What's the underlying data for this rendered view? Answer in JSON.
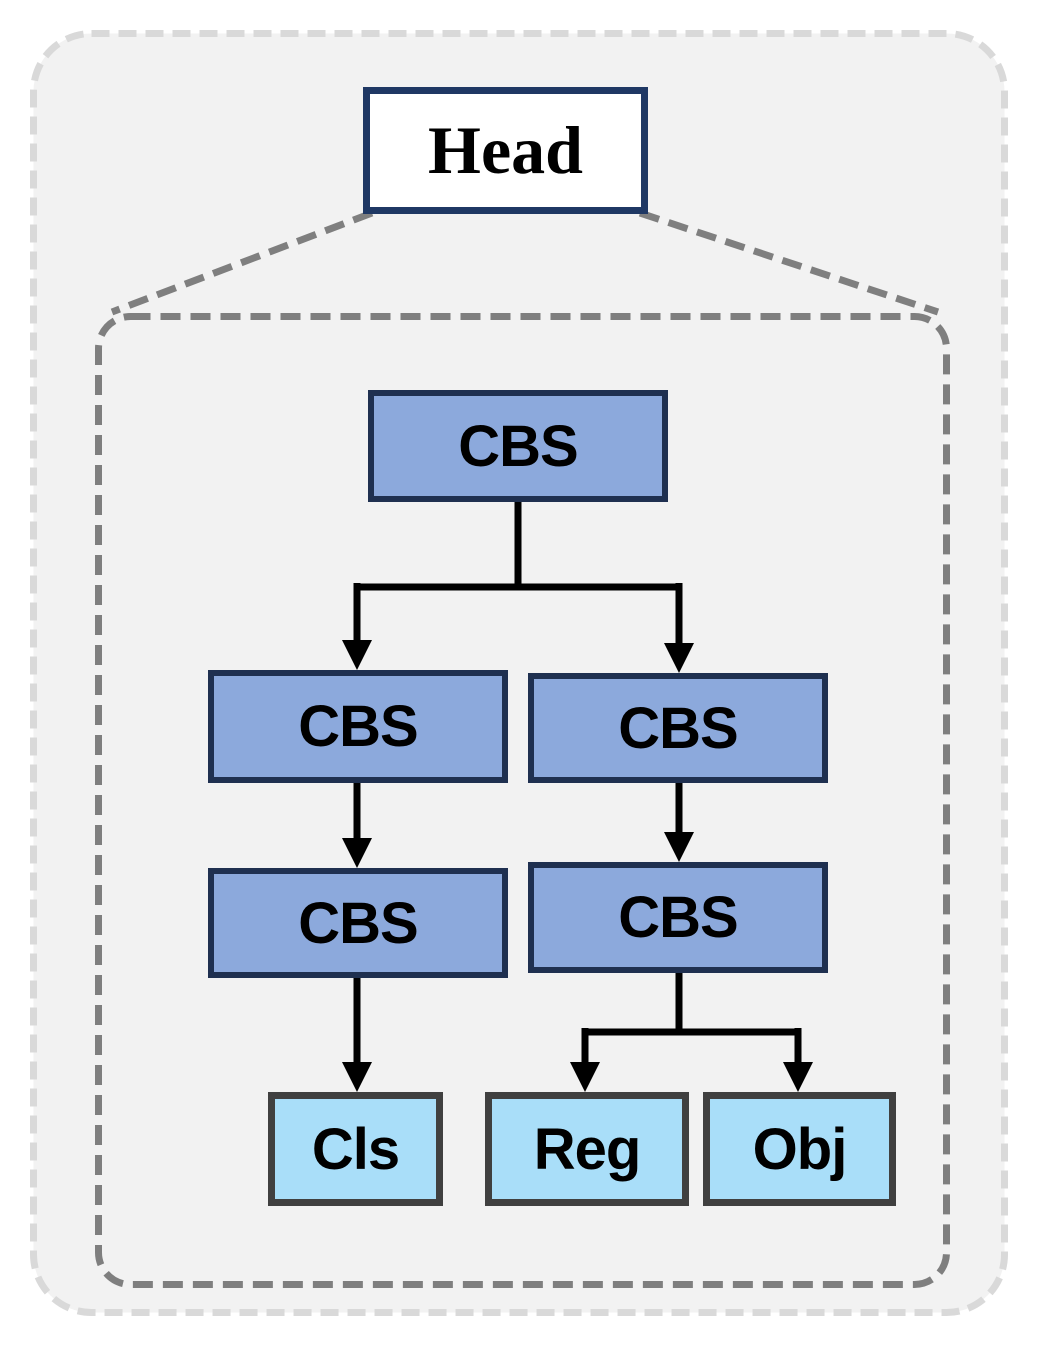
{
  "diagram": {
    "header": {
      "label": "Head"
    },
    "nodes": [
      {
        "id": "cbs-top",
        "label": "CBS"
      },
      {
        "id": "cbs-left-1",
        "label": "CBS"
      },
      {
        "id": "cbs-right-1",
        "label": "CBS"
      },
      {
        "id": "cbs-left-2",
        "label": "CBS"
      },
      {
        "id": "cbs-right-2",
        "label": "CBS"
      }
    ],
    "outputs": [
      {
        "id": "cls",
        "label": "Cls"
      },
      {
        "id": "reg",
        "label": "Reg"
      },
      {
        "id": "obj",
        "label": "Obj"
      }
    ],
    "colors": {
      "canvas_fill": "#f2f2f2",
      "outer_frame_dash": "#d9d9d9",
      "inner_frame_dash": "#7f7f7f",
      "head_border": "#1f3864",
      "cbs_fill": "#8ca9dc",
      "cbs_border": "#1f3050",
      "output_fill": "#a9def9",
      "output_border": "#404040",
      "connector": "#000000",
      "text": "#000000"
    }
  }
}
